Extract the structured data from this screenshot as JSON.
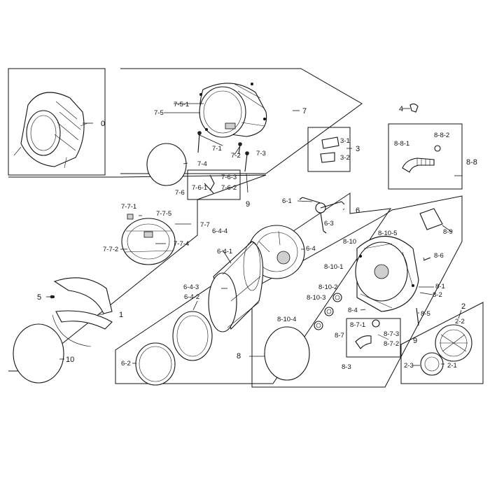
{
  "callouts": {
    "c0": "0",
    "c1": "1",
    "c2": "2",
    "c2_1": "2-1",
    "c2_2": "2-2",
    "c2_3": "2-3",
    "c3": "3",
    "c3_1": "3-1",
    "c3_2": "3-2",
    "c4": "4",
    "c5": "5",
    "c6": "6",
    "c6_1": "6-1",
    "c6_2": "6-2",
    "c6_3": "6-3",
    "c6_4": "6-4",
    "c6_4_1": "6-4-1",
    "c6_4_2": "6-4-2",
    "c6_4_3": "6-4-3",
    "c6_4_4": "6-4-4",
    "c7": "7",
    "c7_1": "7-1",
    "c7_2": "7-2",
    "c7_3": "7-3",
    "c7_4": "7-4",
    "c7_5": "7-5",
    "c7_5_1": "7-5-1",
    "c7_6": "7-6",
    "c7_6_1": "7-6-1",
    "c7_6_2": "7-6-2",
    "c7_6_3": "7-6-3",
    "c7_7": "7-7",
    "c7_7_1": "7-7-1",
    "c7_7_2": "7-7-2",
    "c7_7_4": "7-7-4",
    "c7_7_5": "7-7-5",
    "c8": "8",
    "c8_1": "8-1",
    "c8_2": "8-2",
    "c8_3": "8-3",
    "c8_4": "8-4",
    "c8_5": "8-5",
    "c8_6": "8-6",
    "c8_7": "8-7",
    "c8_7_1": "8-7-1",
    "c8_7_2": "8-7-2",
    "c8_7_3": "8-7-3",
    "c8_8": "8-8",
    "c8_8_1": "8-8-1",
    "c8_8_2": "8-8-2",
    "c8_9": "8-9",
    "c8_10": "8-10",
    "c8_10_1": "8-10-1",
    "c8_10_2": "8-10-2",
    "c8_10_3": "8-10-3",
    "c8_10_4": "8-10-4",
    "c8_10_5": "8-10-5",
    "c9a": "9",
    "c9b": "9",
    "c10": "10"
  }
}
